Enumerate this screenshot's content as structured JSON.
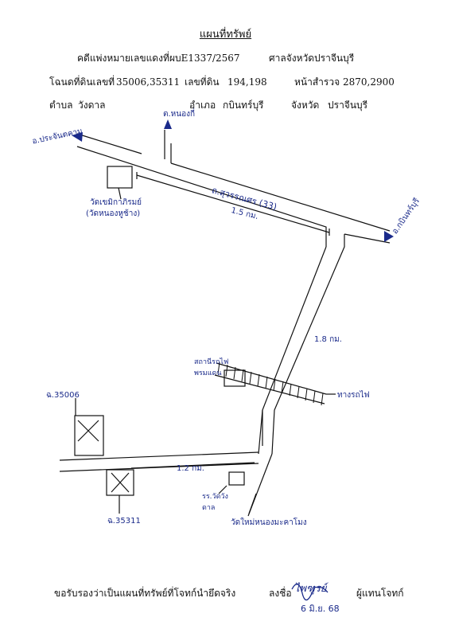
{
  "title": "แผนที่ทรัพย์",
  "header": {
    "case_label": "คดีแพ่งหมายเลขแดงที่",
    "case_no": "ผบE1337/2567",
    "court": "ศาลจังหวัดปราจีนบุรี",
    "deed_label": "โฉนดที่ดินเลขที่",
    "deed_no": "35006,35311",
    "land_label": "เลขที่ดิน",
    "land_no": "194,198",
    "survey_label": "หน้าสำรวจ",
    "survey_no": "2870,2900",
    "subdistrict_label": "ตำบล",
    "subdistrict": "วังดาล",
    "district_label": "อำเภอ",
    "district": "กบินทร์บุรี",
    "province_label": "จังหวัด",
    "province": "ปราจีนบุรี"
  },
  "map": {
    "to_prachantakham": "อ.ประจันตคาม",
    "to_nong_ri": "ต.หนองกี่",
    "temple_upper": "วัดเขมิกาภิรมย์",
    "temple_upper_alt": "(วัดหนองหูช้าง)",
    "main_road": "ถ.สุวรรณศร (33)",
    "dist_main": "1.5 กม.",
    "to_kabin": "อ.กบินทร์บุรี",
    "dist_side": "1.8 กม.",
    "station": "สถานีรถไฟพรมแดน",
    "railway": "ทางรถไฟ",
    "deed_a": "ฉ.35006",
    "dist_lower": "1.2 กม.",
    "deed_b": "ฉ.35311",
    "school": "รร.วัดวังดาล",
    "temple_lower": "วัดใหม่หนองมะคาโมง"
  },
  "footer": {
    "certify": "ขอรับรองว่าเป็นแผนที่ทรัพย์ที่โจทก์นำยึดจริง",
    "sign_label": "ลงชื่อ",
    "signature": "ไพฑูรย์",
    "sign_role": "ผู้แทนโจทก์",
    "date": "6 มิ.ย. 68"
  }
}
